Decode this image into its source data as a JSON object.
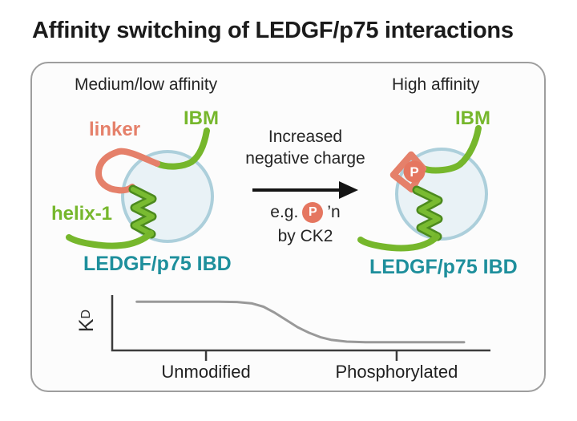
{
  "title": "Affinity switching of LEDGF/p75 interactions",
  "panel": {
    "left": {
      "state_label": "Medium/low affinity",
      "labels": {
        "linker": "linker",
        "ibm": "IBM",
        "helix": "helix-1",
        "domain": "LEDGF/p75 IBD"
      }
    },
    "middle": {
      "line1": "Increased",
      "line2": "negative charge",
      "example_prefix": "e.g.",
      "p_symbol": "P",
      "example_suffix": "’n",
      "example_line2": "by CK2"
    },
    "right": {
      "state_label": "High affinity",
      "p_symbol": "P",
      "labels": {
        "ibm": "IBM",
        "domain": "LEDGF/p75 IBD"
      }
    }
  },
  "chart_data": {
    "type": "line",
    "title": "",
    "xlabel": "",
    "ylabel_main": "K",
    "ylabel_sub": "D",
    "legend": "none",
    "grid": false,
    "y_axis_style": "qualitative, no ticks; KD high plateau at left (Unmodified), sigmoidal drop to low plateau at right (Phosphorylated)",
    "categories": [
      {
        "label": "Unmodified",
        "x": 0.248
      },
      {
        "label": "Phosphorylated",
        "x": 0.752
      }
    ],
    "points": [
      [
        0.065,
        0.12
      ],
      [
        0.28,
        0.12
      ],
      [
        0.33,
        0.125
      ],
      [
        0.37,
        0.15
      ],
      [
        0.4,
        0.21
      ],
      [
        0.43,
        0.32
      ],
      [
        0.46,
        0.45
      ],
      [
        0.49,
        0.58
      ],
      [
        0.52,
        0.68
      ],
      [
        0.55,
        0.76
      ],
      [
        0.58,
        0.81
      ],
      [
        0.62,
        0.84
      ],
      [
        0.67,
        0.85
      ],
      [
        0.93,
        0.85
      ]
    ]
  },
  "colors": {
    "green": "#76b72c",
    "green_dark": "#4c8a1e",
    "salmon": "#e5806a",
    "p_badge": "#e57660",
    "teal": "#1e8f9c",
    "circle_fill": "#e9f2f6",
    "circle_stroke": "#accfdb",
    "curve": "#999999",
    "axis": "#3c3c3c",
    "box_border": "#9e9e9e"
  }
}
